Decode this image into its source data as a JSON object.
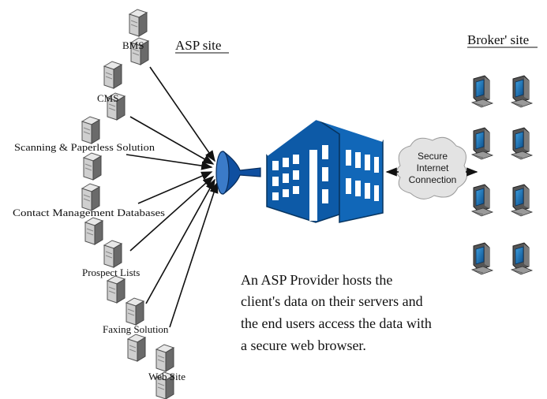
{
  "asp_site": {
    "title": "ASP site"
  },
  "broker_site": {
    "title": "Broker' site"
  },
  "sources": [
    {
      "label": "BMS"
    },
    {
      "label": "CMS"
    },
    {
      "label": "Scanning & Paperless Solution"
    },
    {
      "label": "Contact Management Databases"
    },
    {
      "label": "Prospect Lists"
    },
    {
      "label": "Faxing Solution"
    },
    {
      "label": "Web Site"
    }
  ],
  "cloud": {
    "lines": [
      "Secure",
      "Internet",
      "Connection"
    ]
  },
  "description": {
    "lines": [
      "An ASP Provider hosts the",
      "client's data on their servers and",
      "the end users access the data with",
      "a secure web browser."
    ]
  },
  "colors": {
    "building": "#0d5aa7",
    "funnel": "#0f4fa0",
    "server_body": "#c8c8c8",
    "server_dark": "#4a4a4a",
    "monitor_screen": "#1e6fb0",
    "cloud": "#e3e3e3"
  },
  "icons": {
    "source": "server-tower-icon",
    "hub": "funnel-icon",
    "provider": "office-building-icon",
    "client": "workstation-icon"
  }
}
